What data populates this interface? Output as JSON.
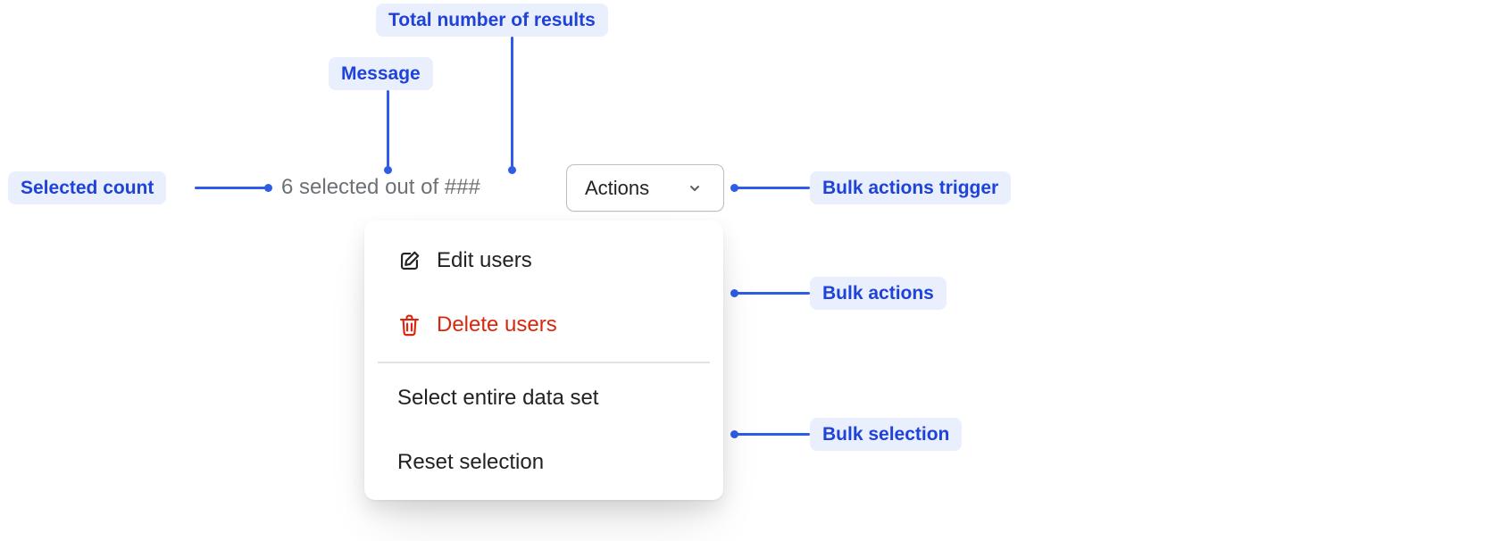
{
  "annotations": {
    "total_results": "Total number of results",
    "message": "Message",
    "selected_count": "Selected count",
    "bulk_actions_trigger": "Bulk actions trigger",
    "bulk_actions": "Bulk actions",
    "bulk_selection": "Bulk selection"
  },
  "component": {
    "selection_message": "6 selected out of ###",
    "trigger": {
      "label": "Actions",
      "icon": "chevron-down-icon"
    },
    "menu": {
      "items": [
        {
          "label": "Edit users",
          "icon": "edit-pencil-icon",
          "tone": "default"
        },
        {
          "label": "Delete users",
          "icon": "trash-icon",
          "tone": "critical"
        },
        {
          "label": "Select entire data set",
          "tone": "default"
        },
        {
          "label": "Reset selection",
          "tone": "default"
        }
      ]
    }
  },
  "colors": {
    "annotation_text": "#1f42d8",
    "annotation_bg": "#e9effd",
    "connector": "#2d5ce5",
    "text": "#202223",
    "muted": "#6d7175",
    "critical": "#d9260d"
  }
}
